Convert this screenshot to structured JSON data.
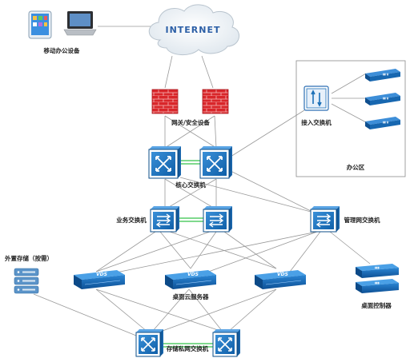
{
  "labels": {
    "mobile_devices": "移动办公设备",
    "internet": "INTERNET",
    "firewall": "网关/安全设备",
    "access_switch": "接入交换机",
    "office_area": "办公区",
    "core_switch": "核心交换机",
    "business_switch": "业务交换机",
    "mgmt_switch": "管理网交换机",
    "external_storage": "外置存储（按需）",
    "vds_server": "VDS",
    "desktop_cloud_server": "桌面云服务器",
    "desktop_controller": "桌面控制器",
    "storage_switch": "存储私网交换机"
  },
  "colors": {
    "switch_face": "#1c70b8",
    "switch_border": "#0e4f8a",
    "firewall": "#d9262a",
    "link": "#999999",
    "trunk": "#35c24a",
    "cloud_text": "#2c5fa6"
  }
}
